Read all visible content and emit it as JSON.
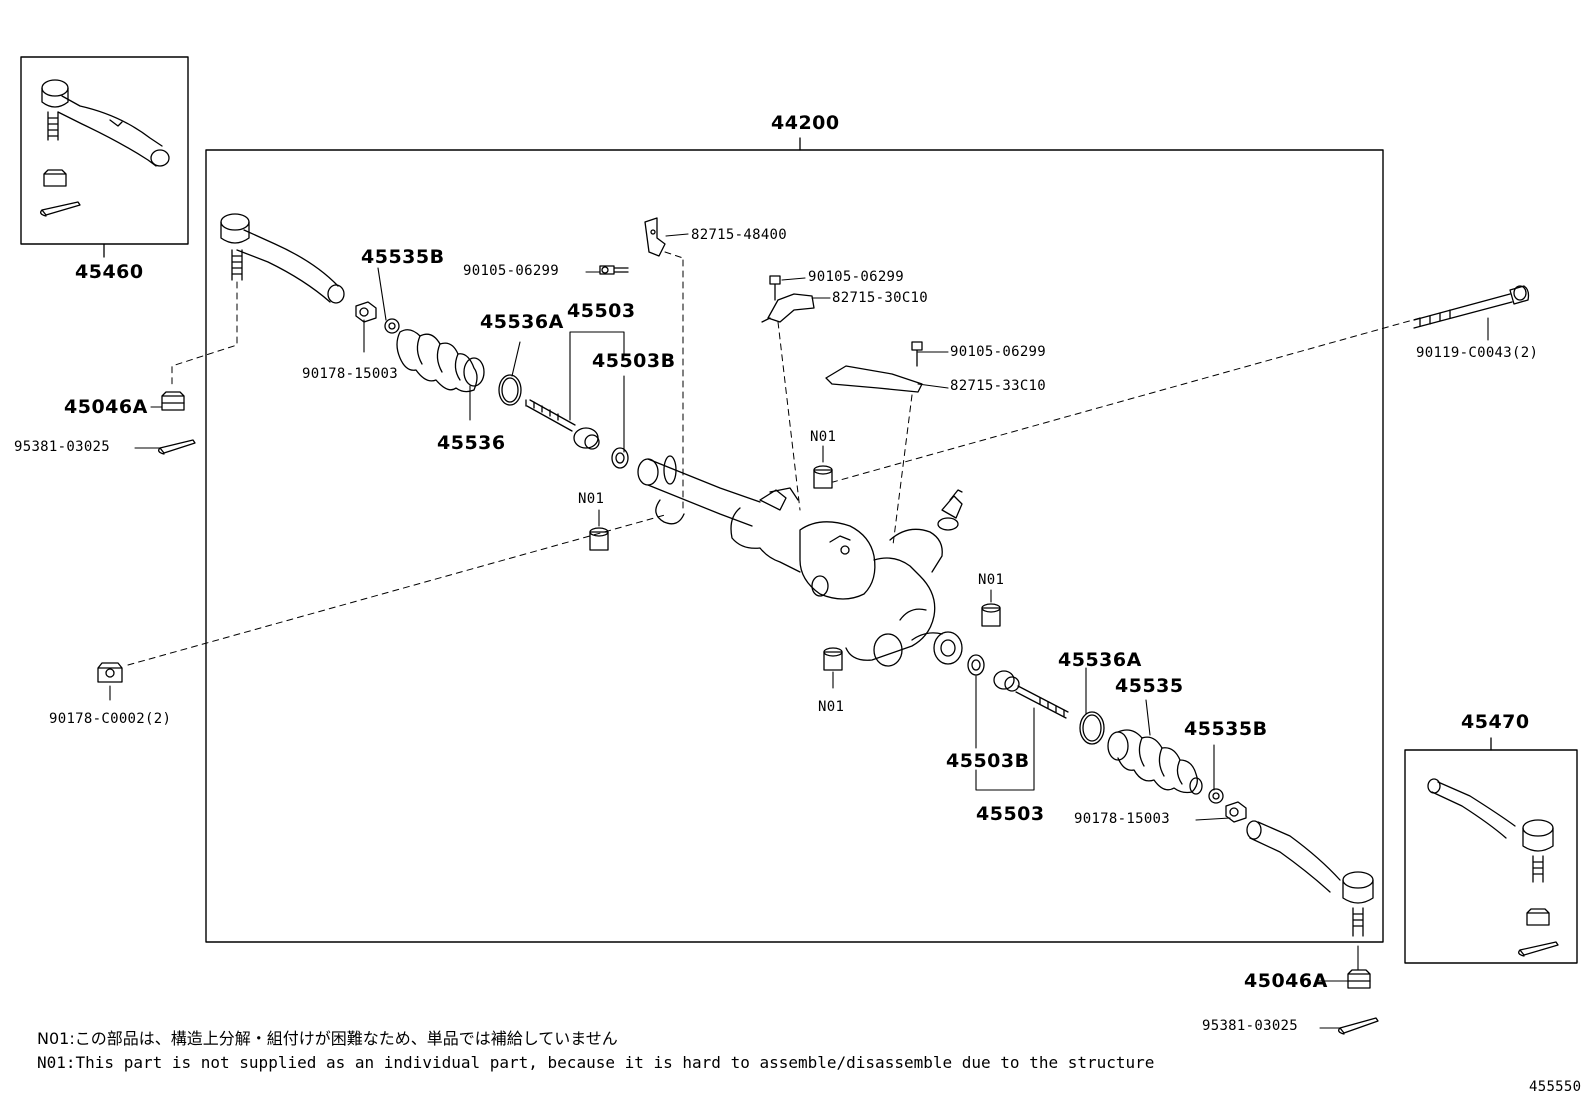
{
  "title": "44200",
  "boxes": {
    "left_inset": "45460",
    "right_inset": "45470"
  },
  "labels": {
    "bracket_upper_1": "82715-48400",
    "bolt_upper_1": "90105-06299",
    "bolt_upper_2": "90105-06299",
    "bracket_upper_2": "82715-30C10",
    "bolt_upper_3": "90105-06299",
    "bracket_upper_3": "82715-33C10",
    "bolt_long": "90119-C0043(2)",
    "nut_left": "45046A",
    "pin_left": "95381-03025",
    "nut_mount": "90178-C0002(2)",
    "clamp_l": "45535B",
    "nut_15003_l": "90178-15003",
    "boot_l": "45536",
    "clip_l": "45536A",
    "rod_assy_l": "45503",
    "washer_l": "45503B",
    "n01_a": "N01",
    "n01_b": "N01",
    "n01_c": "N01",
    "n01_d": "N01",
    "clip_r": "45536A",
    "boot_r": "45535",
    "clamp_r": "45535B",
    "washer_r": "45503B",
    "rod_assy_r": "45503",
    "nut_15003_r": "90178-15003",
    "nut_right": "45046A",
    "pin_right": "95381-03025"
  },
  "notes": {
    "jp": "N01:この部品は、構造上分解・組付けが困難なため、単品では補給していません",
    "en": "N01:This part is not supplied as an individual part, because it is hard to assemble/disassemble due to the structure"
  },
  "figure_id": "455550"
}
